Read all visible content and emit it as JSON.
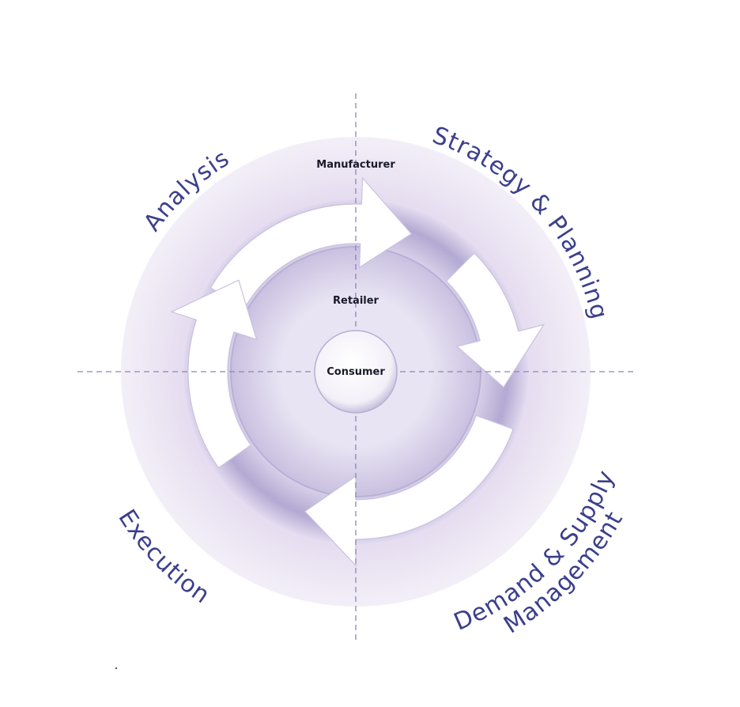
{
  "quadrants": {
    "analysis": "Analysis",
    "strategy": "Strategy & Planning",
    "demand_line1": "Demand & Supply",
    "demand_line2": "Management",
    "execution": "Execution"
  },
  "levels": {
    "manufacturer": "Manufacturer",
    "retailer": "Retailer",
    "consumer": "Consumer"
  },
  "colors": {
    "quadrant_text": "#3b3f8c",
    "background": "#ece4f3",
    "ring_dark": "#8a82b8",
    "arrow": "#ffffff",
    "axis_dash": "#8b86b8"
  }
}
